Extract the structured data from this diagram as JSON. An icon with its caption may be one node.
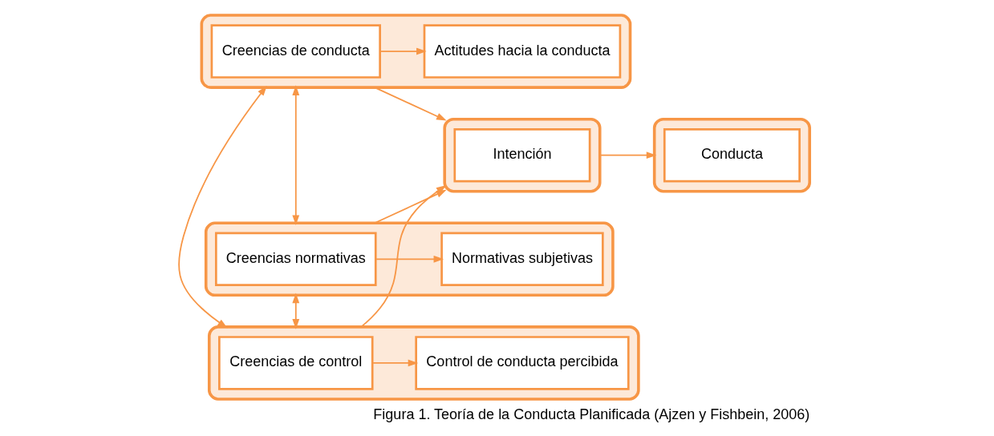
{
  "diagram": {
    "caption": "Figura 1. Teoría de la Conducta Planificada (Ajzen y Fishbein, 2006)",
    "nodes": [
      {
        "text": [],
        "shape": "box"
      },
      {
        "text": [
          "Creencias de conducta"
        ],
        "in": 0
      },
      {
        "text": [
          "Actitudes hacia la conducta"
        ],
        "in": 0
      },
      {
        "text": [],
        "shape": "box"
      },
      {
        "text": [
          "Creencias normativas"
        ],
        "in": 3
      },
      {
        "text": [
          "Normativas subjetivas"
        ],
        "in": 3
      },
      {
        "text": [],
        "shape": "box"
      },
      {
        "text": [
          "Intención"
        ],
        "in": 6
      },
      {
        "text": [],
        "shape": "box"
      },
      {
        "text": [
          "Conducta"
        ],
        "in": 8
      },
      {
        "text": [],
        "shape": "box"
      },
      {
        "text": [
          "Creencias de control"
        ],
        "in": 10
      },
      {
        "text": [
          "Control de conducta percibida"
        ],
        "in": 10
      }
    ],
    "edges": [
      {
        "from": 1,
        "to": 2,
        "arrow": "to"
      },
      {
        "from": 4,
        "to": 5,
        "arrow": "to"
      },
      {
        "from": 11,
        "to": 12,
        "arrow": "to"
      },
      {
        "from": 0,
        "to": 6,
        "arrow": "to"
      },
      {
        "from": 3,
        "to": 6,
        "arrow": "to"
      },
      {
        "from": 10,
        "to": 6,
        "arrow": "to"
      },
      {
        "from": 6,
        "to": 8,
        "arrow": "to"
      },
      {
        "from": 0,
        "to": 3,
        "arrow": "both"
      },
      {
        "from": 3,
        "to": 10,
        "arrow": "both"
      },
      {
        "from": 0,
        "to": 10,
        "arrow": "both"
      }
    ]
  }
}
